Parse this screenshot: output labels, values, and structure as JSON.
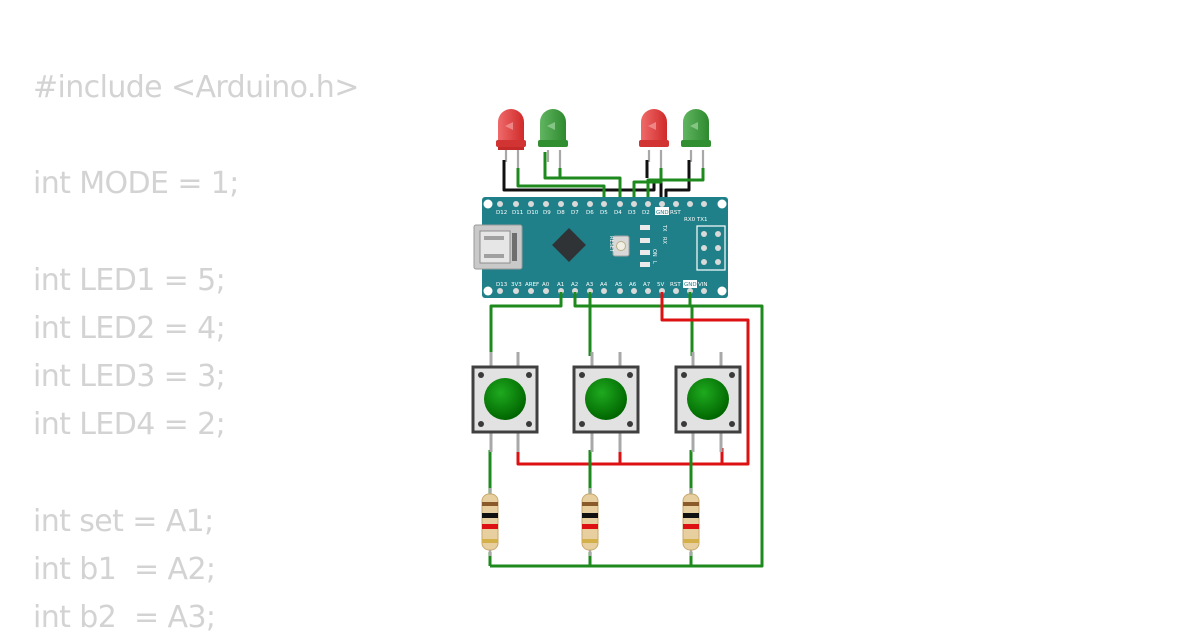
{
  "code_lines": [
    "#include <Arduino.h>",
    "",
    "int MODE = 1;",
    "",
    "int LED1 = 5;",
    "int LED2 = 4;",
    "int LED3 = 3;",
    "int LED4 = 2;",
    "",
    "int set = A1;",
    "int b1  = A2;",
    "int b2  = A3;"
  ],
  "board": {
    "top_pins": [
      "D12",
      "D11",
      "D10",
      "D9",
      "D8",
      "D7",
      "D6",
      "D5",
      "D4",
      "D3",
      "D2",
      "GND",
      "RST"
    ],
    "top_right_label": "RX0 TX1",
    "bottom_pins": [
      "D13",
      "3V3",
      "AREF",
      "A0",
      "A1",
      "A2",
      "A3",
      "A4",
      "A5",
      "A6",
      "A7",
      "5V",
      "RST",
      "GND",
      "VIN"
    ],
    "reset_label": "RESET",
    "led_labels": [
      "TX",
      "RX",
      "ON",
      "L"
    ]
  },
  "leds": [
    {
      "color": "red"
    },
    {
      "color": "green"
    },
    {
      "color": "red"
    },
    {
      "color": "green"
    }
  ],
  "buttons": [
    {
      "cap_color": "green"
    },
    {
      "cap_color": "green"
    },
    {
      "cap_color": "green"
    }
  ],
  "colors": {
    "code_text": "#d3d3d3",
    "board": "#1f8089",
    "wire_green": "#1e8a1e",
    "wire_red": "#dd1111",
    "wire_black": "#111111",
    "led_red": "#e53b3b",
    "led_green": "#3e9b3e",
    "button_cap": "#0a7f0a"
  }
}
